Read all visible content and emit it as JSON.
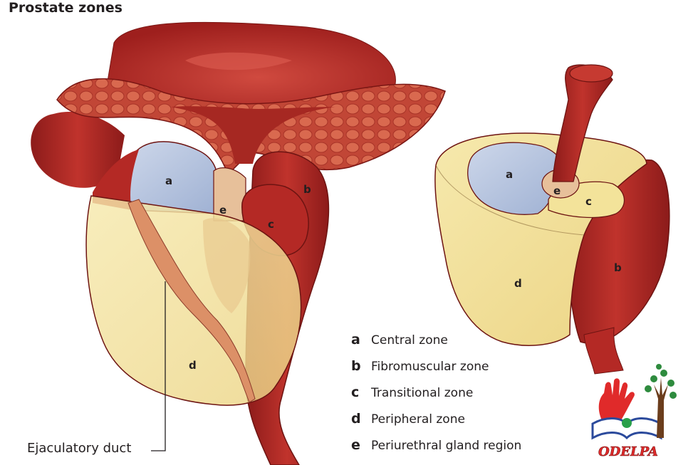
{
  "title": "Prostate zones",
  "zone_labels": {
    "a": "a",
    "b": "b",
    "c": "c",
    "d": "d",
    "e": "e"
  },
  "legend": [
    {
      "key": "a",
      "text": "Central zone"
    },
    {
      "key": "b",
      "text": "Fibromuscular zone"
    },
    {
      "key": "c",
      "text": "Transitional zone"
    },
    {
      "key": "d",
      "text": "Peripheral zone"
    },
    {
      "key": "e",
      "text": "Periurethral gland region"
    }
  ],
  "duct_label": "Ejaculatory duct",
  "logo_text": "ODELPA",
  "colors": {
    "bladder": "#b32624",
    "bladder_dark": "#8c1b1a",
    "central_zone": "#b9c6df",
    "peripheral_zone": "#f1df97",
    "transitional_zone": "#f3e39a",
    "periurethral": "#e7c09a",
    "fibromuscular": "#a8231f",
    "text": "#231f20"
  }
}
